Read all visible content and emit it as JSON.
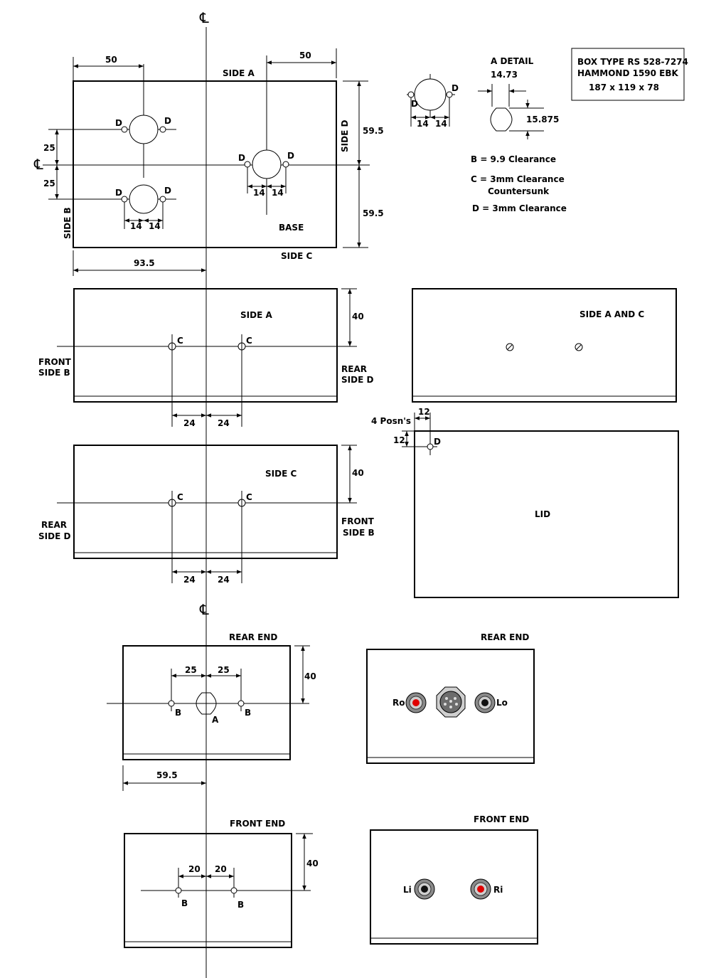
{
  "title_block": {
    "line1": "BOX TYPE RS 528-7274",
    "line2": "HAMMOND 1590 EBK",
    "line3": "187 x 119 x 78"
  },
  "legend": {
    "a_detail": "A DETAIL",
    "b": "B = 9.9 Clearance",
    "c1": "C = 3mm Clearance",
    "c2": "Countersunk",
    "d": "D = 3mm Clearance"
  },
  "a_detail_dims": {
    "w": "14.73",
    "h": "15.875",
    "d": "D",
    "d14": "14"
  },
  "centerline": "℄",
  "base": {
    "side_a": "SIDE A",
    "side_b": "SIDE B",
    "side_c": "SIDE C",
    "side_d": "SIDE D",
    "label": "BASE",
    "dims": {
      "left50": "50",
      "right50": "50",
      "d25a": "25",
      "d25b": "25",
      "d595a": "59.5",
      "d595b": "59.5",
      "d935": "93.5",
      "d14": "14"
    },
    "hole_label": "D"
  },
  "side_a_view": {
    "title": "SIDE A",
    "left": [
      "FRONT",
      "SIDE B"
    ],
    "right": [
      "REAR",
      "SIDE D"
    ],
    "height": "40",
    "hole_label": "C",
    "dims": [
      "24",
      "24"
    ]
  },
  "side_a_and_c": {
    "title": "SIDE A AND C"
  },
  "side_c_view": {
    "title": "SIDE C",
    "left": [
      "REAR",
      "SIDE D"
    ],
    "right": [
      "FRONT",
      "SIDE B"
    ],
    "height": "40",
    "hole_label": "C",
    "dims": [
      "24",
      "24"
    ]
  },
  "lid": {
    "title": "LID",
    "positions": "4 Posn's",
    "dx": "12",
    "dy": "12",
    "hole_label": "D"
  },
  "rear_end": {
    "title": "REAR END",
    "dims": [
      "25",
      "25"
    ],
    "height": "40",
    "offset": "59.5",
    "labels": {
      "b": "B",
      "a": "A"
    }
  },
  "rear_end_photo": {
    "title": "REAR END",
    "left": "Ro",
    "right": "Lo"
  },
  "front_end": {
    "title": "FRONT  END",
    "dims": [
      "20",
      "20"
    ],
    "height": "40",
    "labels": {
      "b": "B"
    }
  },
  "front_end_photo": {
    "title": "FRONT  END",
    "left": "Li",
    "right": "Ri"
  },
  "colors": {
    "red": "#e00000",
    "ring": "#7a7a7a"
  }
}
